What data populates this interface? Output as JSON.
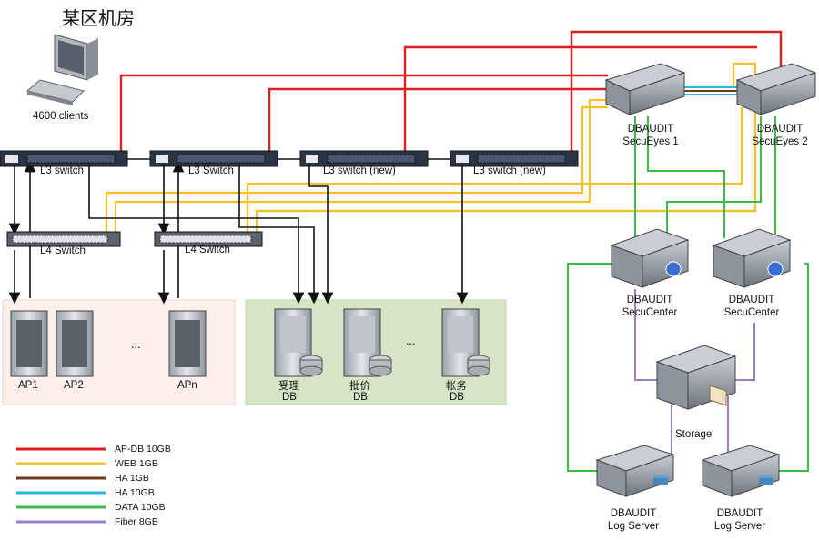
{
  "title": "某区机房",
  "clients": {
    "label": "4600 clients",
    "icon": "desktop-computer-icon"
  },
  "switches": [
    {
      "label": "L3 switch"
    },
    {
      "label": "L3 Switch"
    },
    {
      "label": "L3 switch  (new)"
    },
    {
      "label": "L3 switch  (new)"
    }
  ],
  "l4_switches": [
    {
      "label": "L4 Switch"
    },
    {
      "label": "L4 Switch"
    }
  ],
  "ap_servers": {
    "items": [
      "AP1",
      "AP2",
      "APn"
    ],
    "ellipsis": "..."
  },
  "db_servers": {
    "items": [
      {
        "name": "受理",
        "sub": "DB"
      },
      {
        "name": "批价",
        "sub": "DB"
      },
      {
        "name": "帐务",
        "sub": "DB"
      }
    ],
    "ellipsis": "..."
  },
  "secueyes": [
    {
      "line1": "DBAUDIT",
      "line2": "SecuEyes 1"
    },
    {
      "line1": "DBAUDIT",
      "line2": "SecuEyes 2"
    }
  ],
  "secucenter": [
    {
      "line1": "DBAUDIT",
      "line2": "SecuCenter"
    },
    {
      "line1": "DBAUDIT",
      "line2": "SecuCenter"
    }
  ],
  "storage": {
    "label": "Storage"
  },
  "log_servers": [
    {
      "line1": "DBAUDIT",
      "line2": "Log Server"
    },
    {
      "line1": "DBAUDIT",
      "line2": "Log Server"
    }
  ],
  "legend": [
    {
      "label": "AP-DB 10GB",
      "color": "#dd1f1f"
    },
    {
      "label": "WEB 1GB",
      "color": "#f4c220"
    },
    {
      "label": "HA 1GB",
      "color": "#6b3a1f"
    },
    {
      "label": "HA 10GB",
      "color": "#2bb4e6"
    },
    {
      "label": "DATA 10GB",
      "color": "#3dbb4a"
    },
    {
      "label": "Fiber 8GB",
      "color": "#9b7fc7"
    }
  ]
}
